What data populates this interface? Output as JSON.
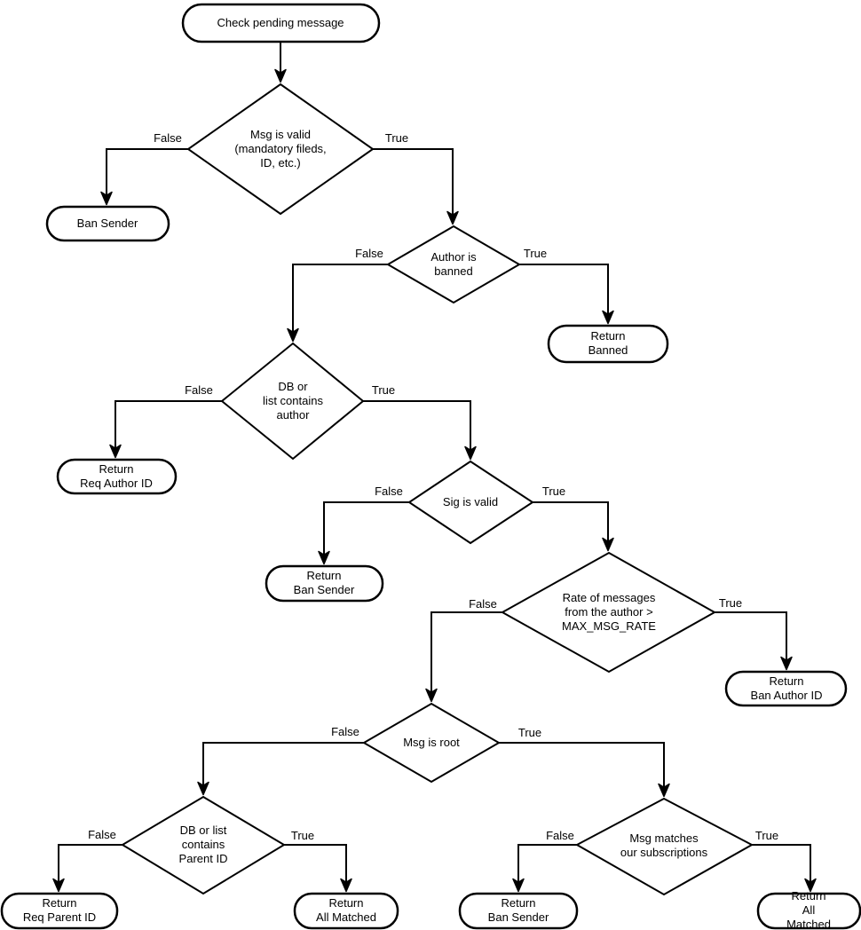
{
  "nodes": {
    "start": {
      "type": "terminator",
      "label": "Check pending message"
    },
    "msg_valid": {
      "type": "decision",
      "label": "Msg is valid\n(mandatory fileds,\nID, etc.)"
    },
    "ban_sender": {
      "type": "terminator",
      "label": "Ban Sender"
    },
    "author_banned": {
      "type": "decision",
      "label": "Author is\nbanned"
    },
    "return_banned": {
      "type": "terminator",
      "label": "Return\nBanned"
    },
    "db_contains_author": {
      "type": "decision",
      "label": "DB or\nlist contains\nauthor"
    },
    "return_req_author_id": {
      "type": "terminator",
      "label": "Return\nReq Author ID"
    },
    "sig_valid": {
      "type": "decision",
      "label": "Sig is valid"
    },
    "return_ban_sender": {
      "type": "terminator",
      "label": "Return\nBan Sender"
    },
    "rate_exceeded": {
      "type": "decision",
      "label": "Rate of messages\nfrom the author >\nMAX_MSG_RATE"
    },
    "return_ban_author_id": {
      "type": "terminator",
      "label": "Return\nBan Author ID"
    },
    "msg_is_root": {
      "type": "decision",
      "label": "Msg is root"
    },
    "db_contains_parent": {
      "type": "decision",
      "label": "DB or list\ncontains\nParent ID"
    },
    "return_req_parent_id": {
      "type": "terminator",
      "label": "Return\nReq Parent ID"
    },
    "return_all_matched_left": {
      "type": "terminator",
      "label": "Return\nAll Matched"
    },
    "msg_matches_subs": {
      "type": "decision",
      "label": "Msg matches\nour subscriptions"
    },
    "return_ban_sender_2": {
      "type": "terminator",
      "label": "Return\nBan Sender"
    },
    "return_all_matched_right": {
      "type": "terminator",
      "label": "Return\nAll Matched"
    }
  },
  "edges": {
    "start_next": {
      "from": "start",
      "to": "msg_valid",
      "label": ""
    },
    "msg_valid_false": {
      "from": "msg_valid",
      "to": "ban_sender",
      "label": "False"
    },
    "msg_valid_true": {
      "from": "msg_valid",
      "to": "author_banned",
      "label": "True"
    },
    "author_banned_false": {
      "from": "author_banned",
      "to": "db_contains_author",
      "label": "False"
    },
    "author_banned_true": {
      "from": "author_banned",
      "to": "return_banned",
      "label": "True"
    },
    "db_author_false": {
      "from": "db_contains_author",
      "to": "return_req_author_id",
      "label": "False"
    },
    "db_author_true": {
      "from": "db_contains_author",
      "to": "sig_valid",
      "label": "True"
    },
    "sig_valid_false": {
      "from": "sig_valid",
      "to": "return_ban_sender",
      "label": "False"
    },
    "sig_valid_true": {
      "from": "sig_valid",
      "to": "rate_exceeded",
      "label": "True"
    },
    "rate_false": {
      "from": "rate_exceeded",
      "to": "msg_is_root",
      "label": "False"
    },
    "rate_true": {
      "from": "rate_exceeded",
      "to": "return_ban_author_id",
      "label": "True"
    },
    "msg_root_false": {
      "from": "msg_is_root",
      "to": "db_contains_parent",
      "label": "False"
    },
    "msg_root_true": {
      "from": "msg_is_root",
      "to": "msg_matches_subs",
      "label": "True"
    },
    "db_parent_false": {
      "from": "db_contains_parent",
      "to": "return_req_parent_id",
      "label": "False"
    },
    "db_parent_true": {
      "from": "db_contains_parent",
      "to": "return_all_matched_left",
      "label": "True"
    },
    "subs_false": {
      "from": "msg_matches_subs",
      "to": "return_ban_sender_2",
      "label": "False"
    },
    "subs_true": {
      "from": "msg_matches_subs",
      "to": "return_all_matched_right",
      "label": "True"
    }
  },
  "colors": {
    "stroke": "#000000",
    "fill": "#ffffff",
    "text": "#000000",
    "background": "#ffffff"
  }
}
